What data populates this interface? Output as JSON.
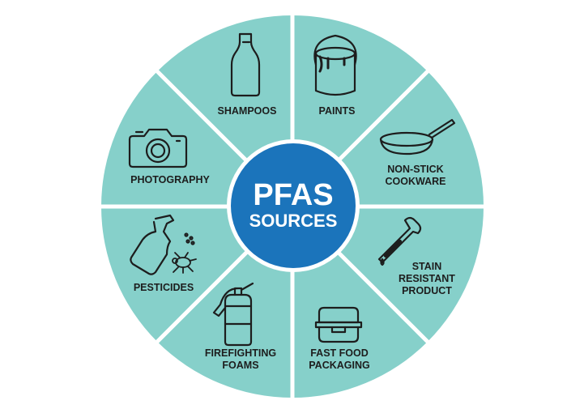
{
  "center": {
    "line1": "PFAS",
    "line2": "SOURCES"
  },
  "colors": {
    "segment": "#86d0ca",
    "center": "#1b74bb",
    "divider": "#ffffff",
    "text": "#1d1d1d"
  },
  "segments": [
    {
      "lines": [
        "SHAMPOOS"
      ],
      "icon": "bottle-icon"
    },
    {
      "lines": [
        "PAINTS"
      ],
      "icon": "paint-can-icon"
    },
    {
      "lines": [
        "NON-STICK",
        "COOKWARE"
      ],
      "icon": "frying-pan-icon"
    },
    {
      "lines": [
        "STAIN",
        "RESISTANT",
        "PRODUCT"
      ],
      "icon": "dropper-icon"
    },
    {
      "lines": [
        "FAST FOOD",
        "PACKAGING"
      ],
      "icon": "food-container-icon"
    },
    {
      "lines": [
        "FIREFIGHTING",
        "FOAMS"
      ],
      "icon": "fire-extinguisher-icon"
    },
    {
      "lines": [
        "PESTICIDES"
      ],
      "icon": "spray-bottle-icon"
    },
    {
      "lines": [
        "PHOTOGRAPHY"
      ],
      "icon": "camera-icon"
    }
  ]
}
